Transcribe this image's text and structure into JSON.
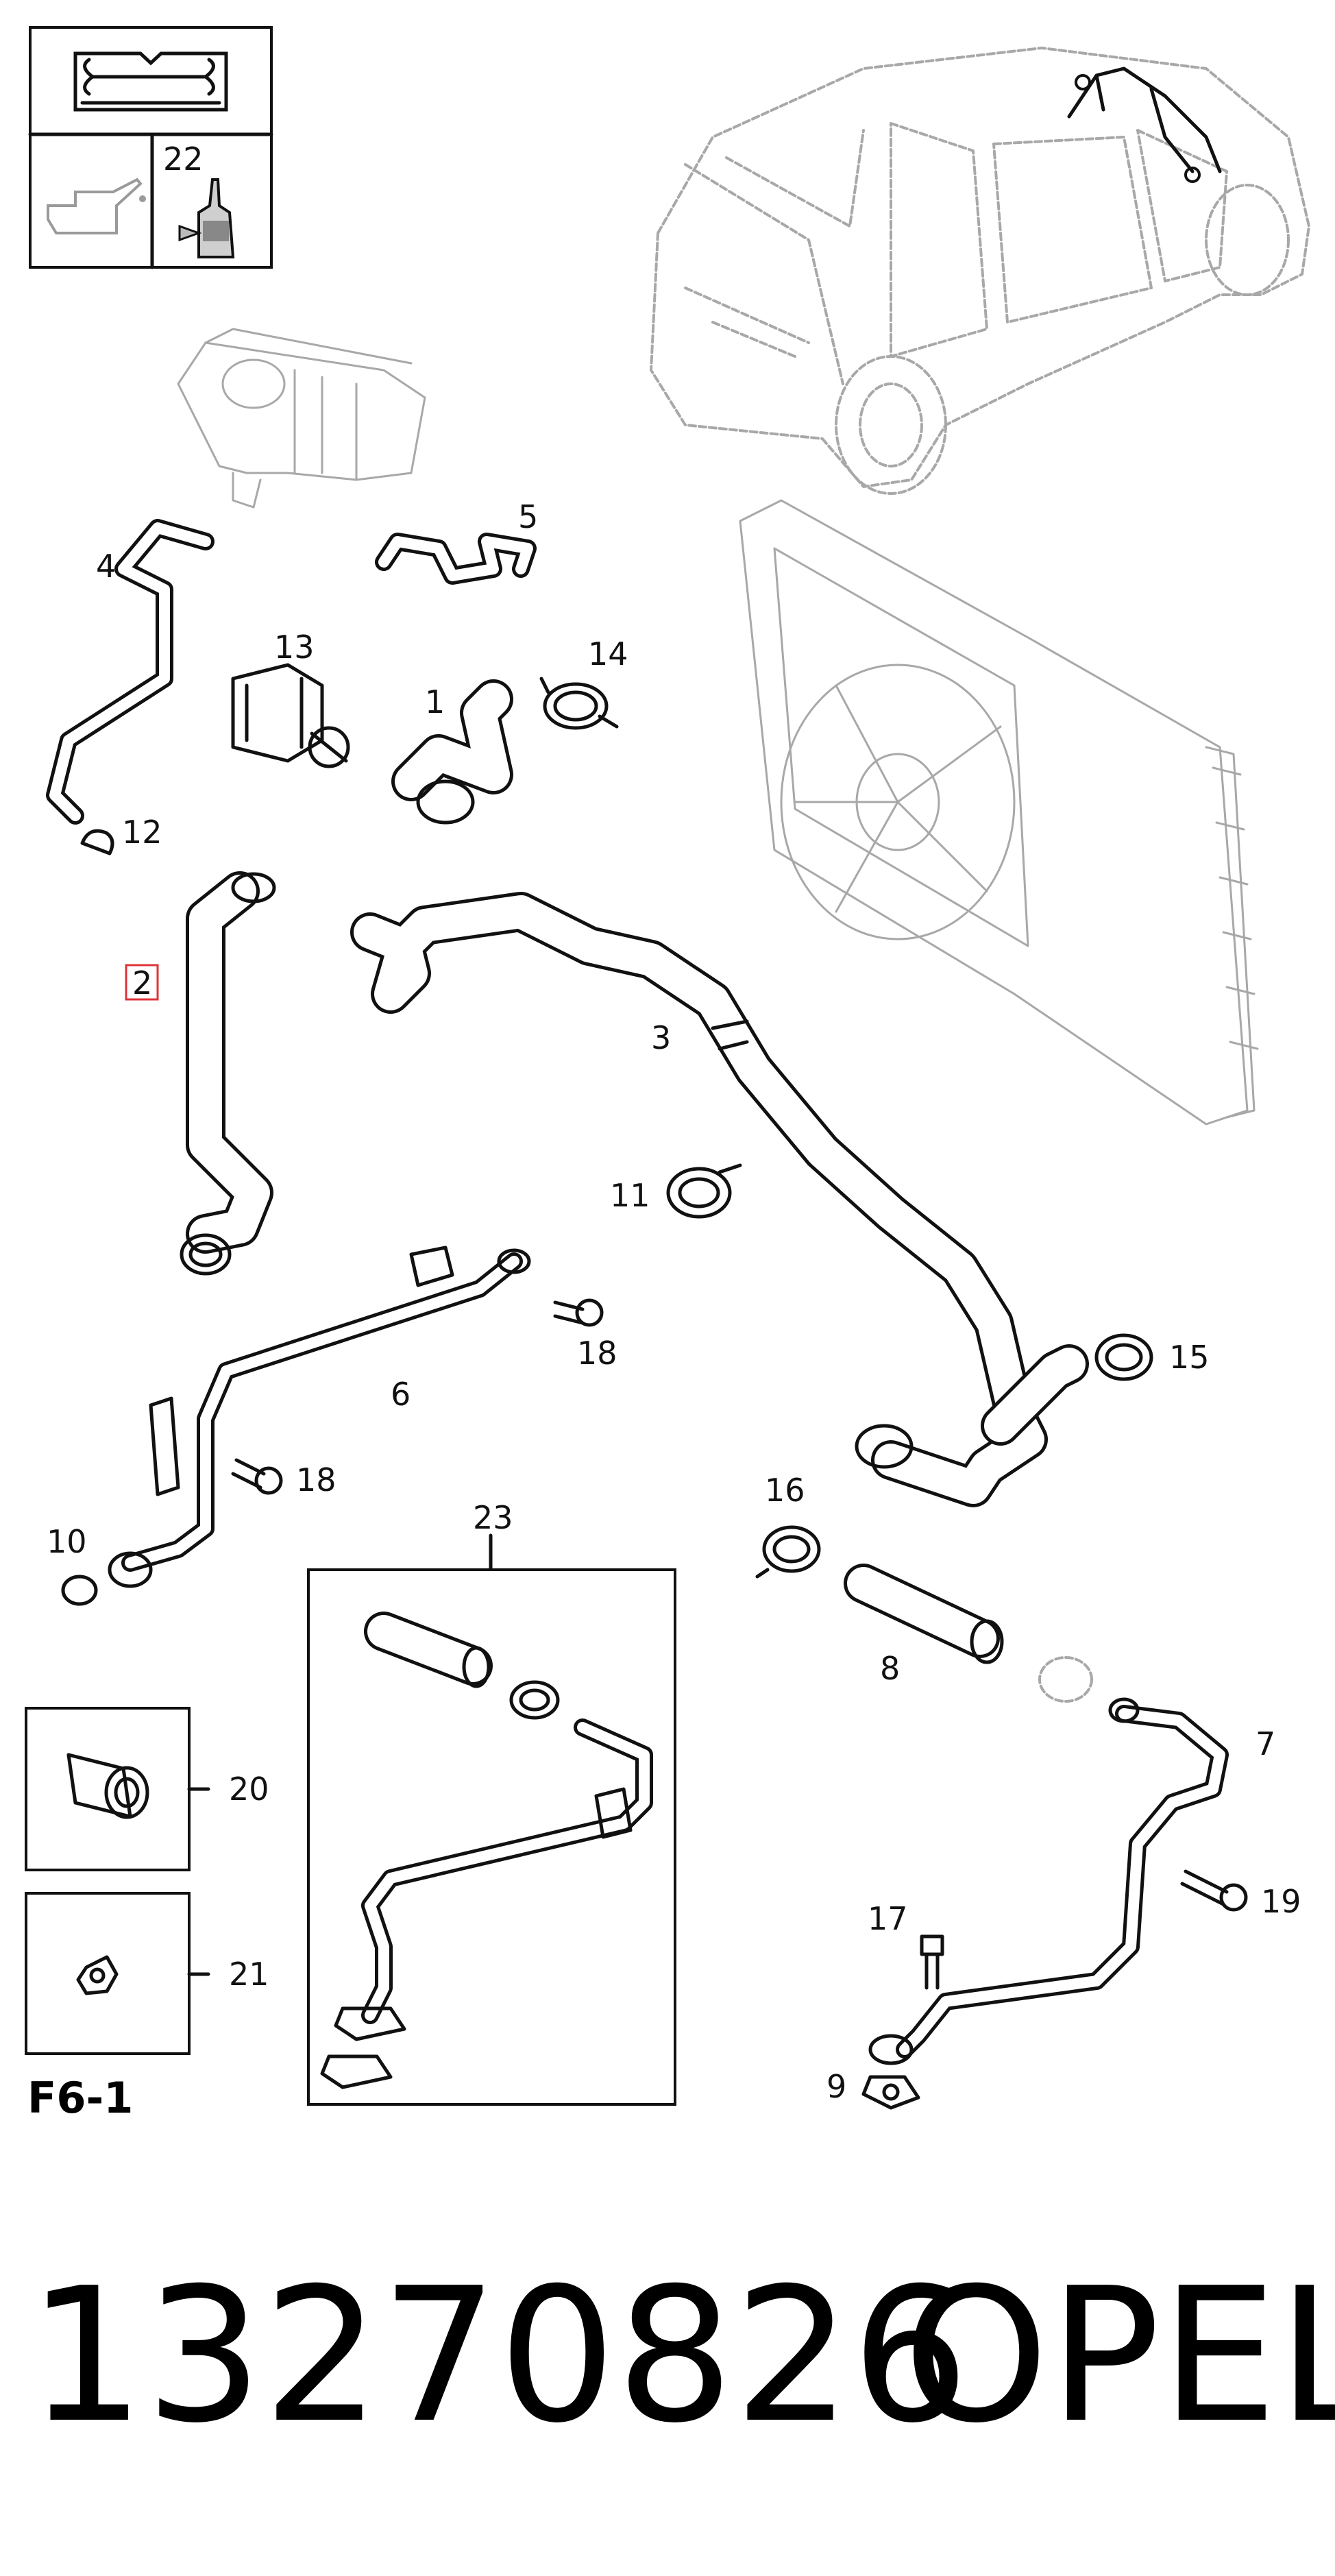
{
  "figure_label": "F6-1",
  "part_number": "13270826",
  "brand": "OPEL",
  "highlighted_callout": "2",
  "highlight_color": "#e0333a",
  "icons": {
    "manual": "repair-manual-wrench-icon",
    "oil": "oil-can-icon",
    "sealant": "sealant-bottle-icon"
  },
  "callouts": {
    "c1": "1",
    "c2": "2",
    "c3": "3",
    "c4": "4",
    "c5": "5",
    "c6": "6",
    "c7": "7",
    "c8": "8",
    "c9": "9",
    "c10": "10",
    "c11": "11",
    "c12": "12",
    "c13": "13",
    "c14": "14",
    "c15": "15",
    "c16": "16",
    "c17": "17",
    "c18a": "18",
    "c18b": "18",
    "c19": "19",
    "c20": "20",
    "c21": "21",
    "c22": "22",
    "c23": "23"
  }
}
